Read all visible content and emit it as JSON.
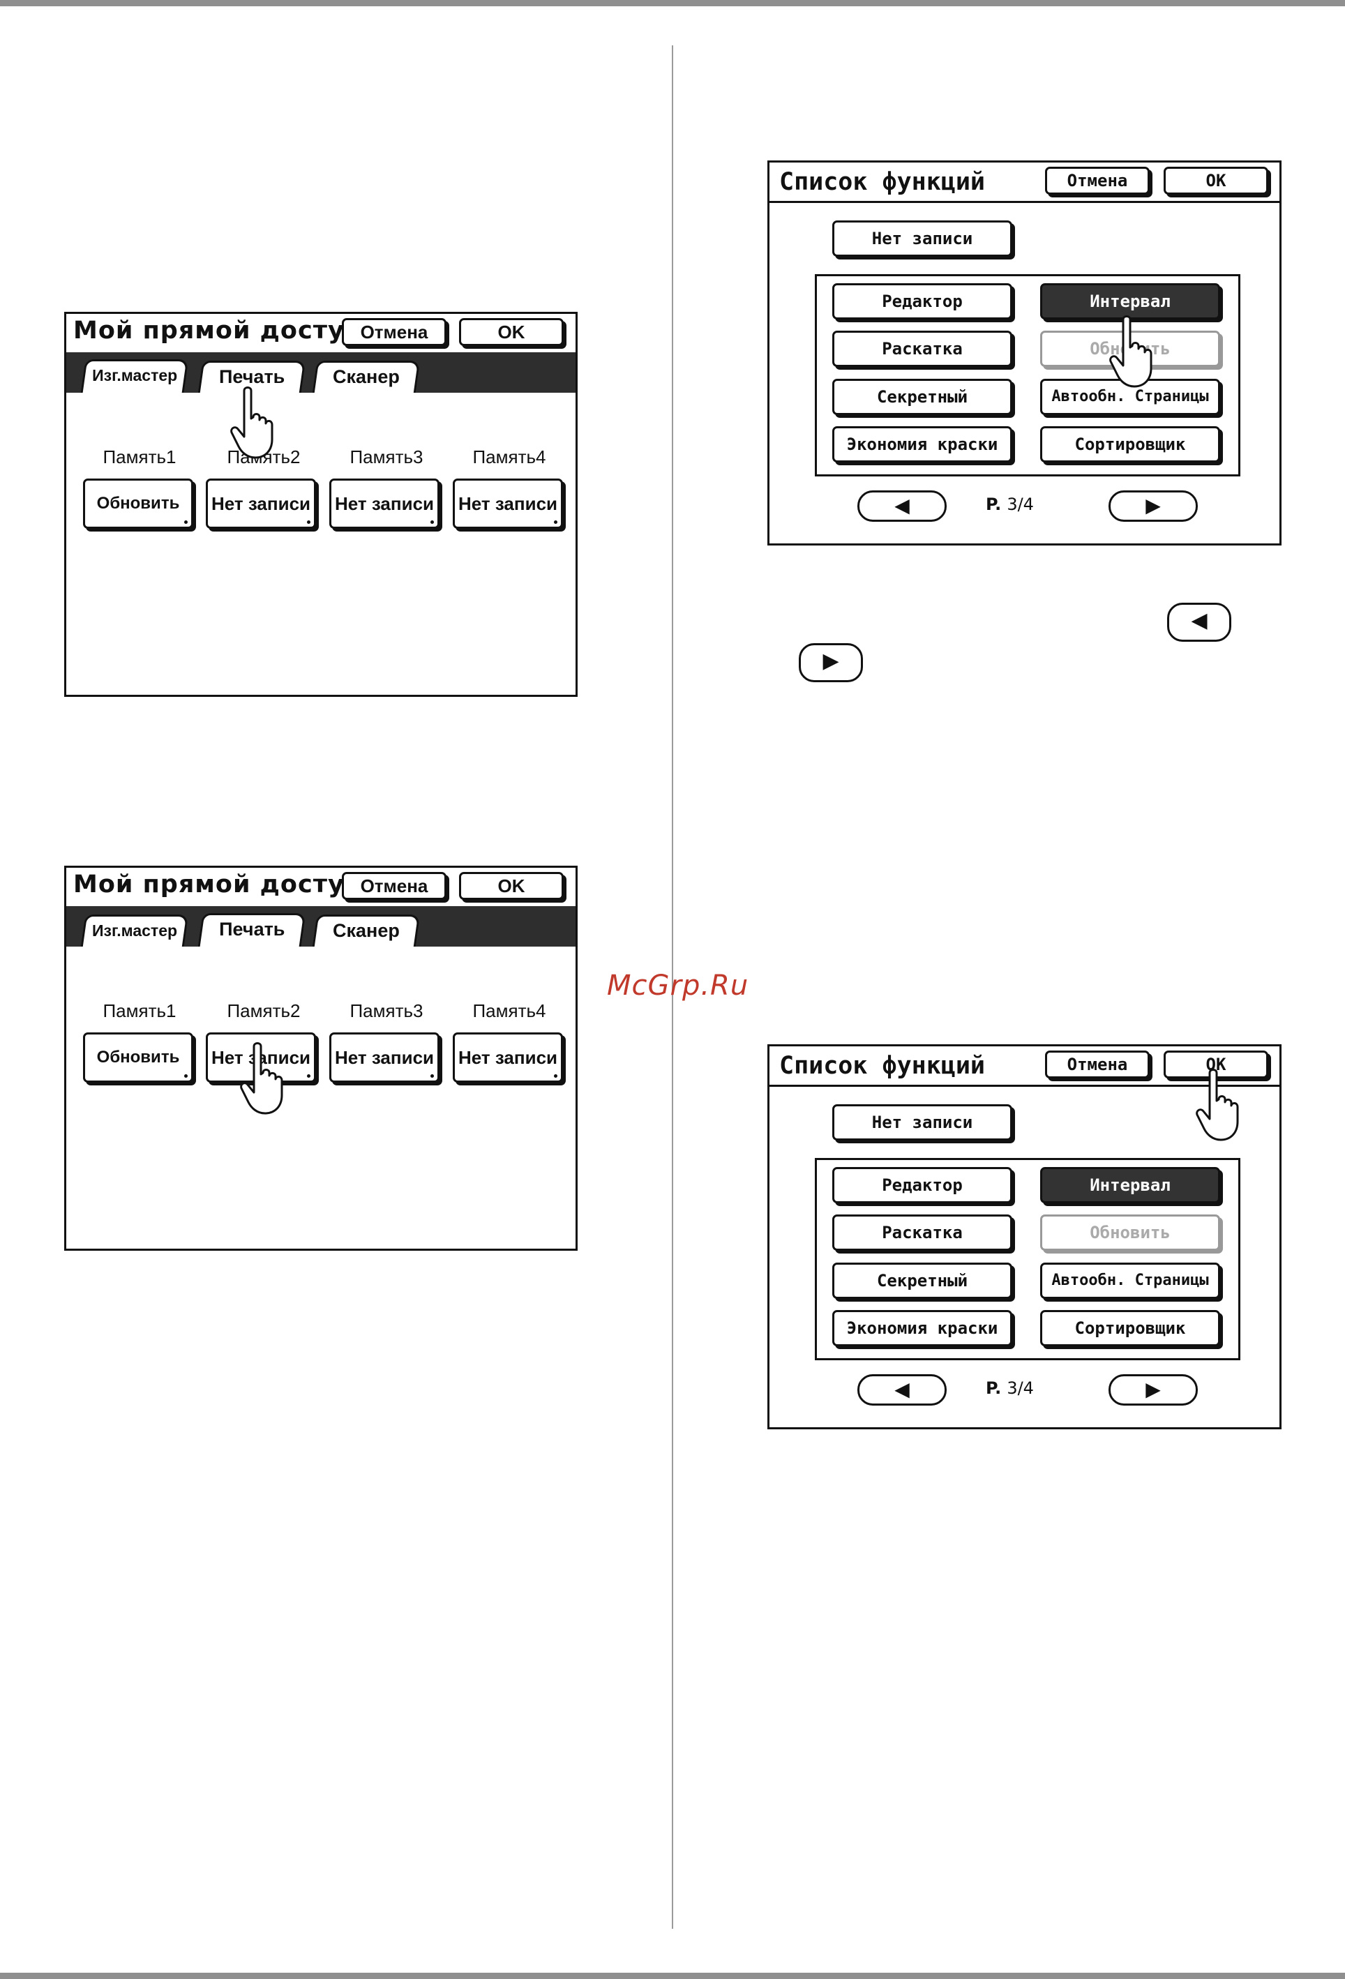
{
  "watermark": "McGrp.Ru",
  "panels_access": [
    {
      "title": "Мой прямой доступ",
      "cancel": "Отмена",
      "ok": "OK",
      "tabs": [
        "Изг.мастер",
        "Печать",
        "Сканер"
      ],
      "active_tab": "Изг.мастер",
      "memory_labels": [
        "Память1",
        "Память2",
        "Память3",
        "Память4"
      ],
      "memory_buttons": [
        "Обновить",
        "Нет записи",
        "Нет записи",
        "Нет записи"
      ],
      "pointer_target": "tab-print"
    },
    {
      "title": "Мой прямой доступ",
      "cancel": "Отмена",
      "ok": "OK",
      "tabs": [
        "Изг.мастер",
        "Печать",
        "Сканер"
      ],
      "active_tab": "Печать",
      "memory_labels": [
        "Память1",
        "Память2",
        "Память3",
        "Память4"
      ],
      "memory_buttons": [
        "Обновить",
        "Нет записи",
        "Нет записи",
        "Нет записи"
      ],
      "pointer_target": "memory-2-button"
    }
  ],
  "panels_functions": [
    {
      "title": "Список функций",
      "cancel": "Отмена",
      "ok": "OK",
      "no_record": "Нет записи",
      "functions": [
        "Редактор",
        "Интервал",
        "Раскатка",
        "Обновить",
        "Секретный",
        "Автообн. Страницы",
        "Экономия краски",
        "Сортировщик"
      ],
      "selected": "Интервал",
      "disabled": "Обновить",
      "page_prefix": "P.",
      "page": "3/4",
      "prev_icon": "◀",
      "next_icon": "▶",
      "pointer_target": "interval-button"
    },
    {
      "title": "Список функций",
      "cancel": "Отмена",
      "ok": "OK",
      "no_record": "Нет записи",
      "functions": [
        "Редактор",
        "Интервал",
        "Раскатка",
        "Обновить",
        "Секретный",
        "Автообн. Страницы",
        "Экономия краски",
        "Сортировщик"
      ],
      "selected": "Интервал",
      "disabled": "Обновить",
      "page_prefix": "P.",
      "page": "3/4",
      "prev_icon": "◀",
      "next_icon": "▶",
      "pointer_target": "ok-button"
    }
  ],
  "inline_buttons": {
    "prev_icon": "◀",
    "next_icon": "▶"
  }
}
